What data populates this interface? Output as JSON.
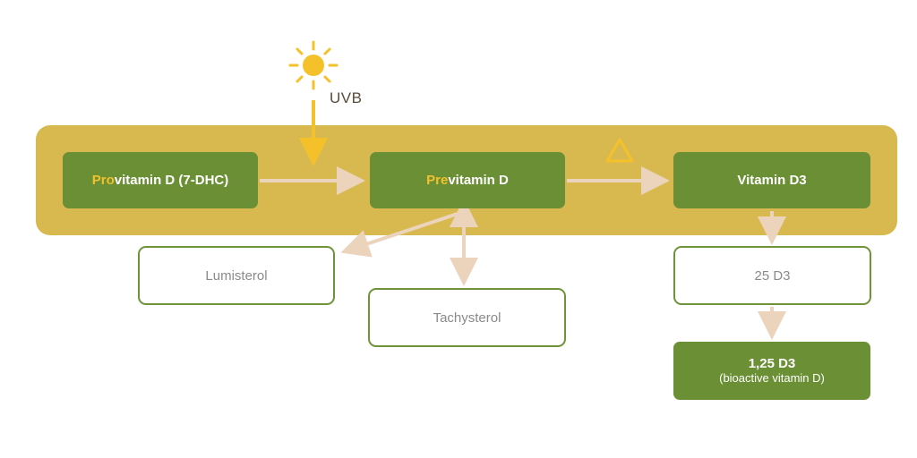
{
  "uvb": {
    "label": "UVB"
  },
  "nodes": {
    "provitamin": {
      "prefix": "Pro",
      "rest": "vitamin D (7-DHC)"
    },
    "previtamin": {
      "prefix": "Pre",
      "rest": "vitamin D"
    },
    "vitamin_d3": {
      "label": "Vitamin D3"
    },
    "lumisterol": {
      "label": "Lumisterol"
    },
    "tachysterol": {
      "label": "Tachysterol"
    },
    "d3_25": {
      "label": "25 D3"
    },
    "d3_125": {
      "line1": "1,25 D3",
      "line2": "(bioactive vitamin D)"
    }
  },
  "colors": {
    "band": "#d7b94f",
    "node_fill": "#6b8f35",
    "node_border": "#6f9338",
    "highlight": "#f2c12c",
    "arrow": "#ecd4bc",
    "sun": "#f5c12a"
  },
  "icons": [
    "sun-icon",
    "heat-triangle-icon"
  ]
}
